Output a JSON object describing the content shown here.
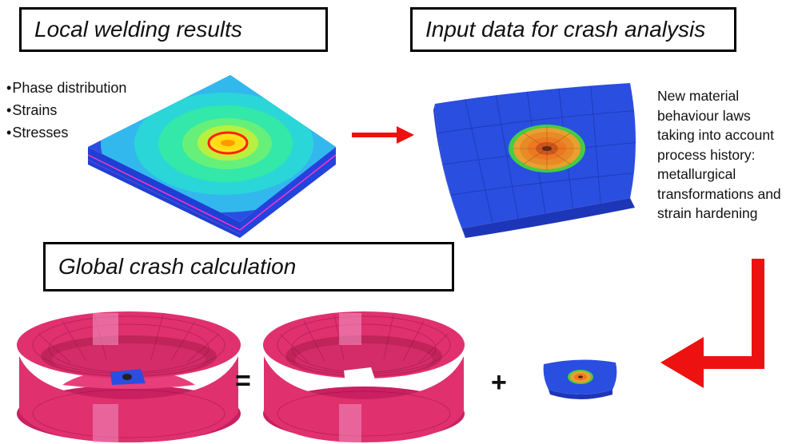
{
  "boxes": {
    "local": "Local welding results",
    "input": "Input data for crash analysis",
    "global": "Global crash calculation"
  },
  "bullets": [
    "Phase distribution",
    "Strains",
    "Stresses"
  ],
  "note_lines": [
    "New material",
    "behaviour laws",
    "taking into account",
    "process history:",
    "metallurgical",
    "transformations and",
    "strain hardening"
  ],
  "operators": {
    "equals": "=",
    "plus": "+"
  },
  "colors": {
    "arrow": "#ee1111",
    "plate_blue": "#2a4ee0",
    "contour_cyan": "#33b8ee",
    "contour_green": "#33e8a8",
    "crash_pink": "#e0306e",
    "weld_core": "#ff2200"
  },
  "icons": [
    "red-arrow-right-icon",
    "red-elbow-arrow-icon"
  ]
}
